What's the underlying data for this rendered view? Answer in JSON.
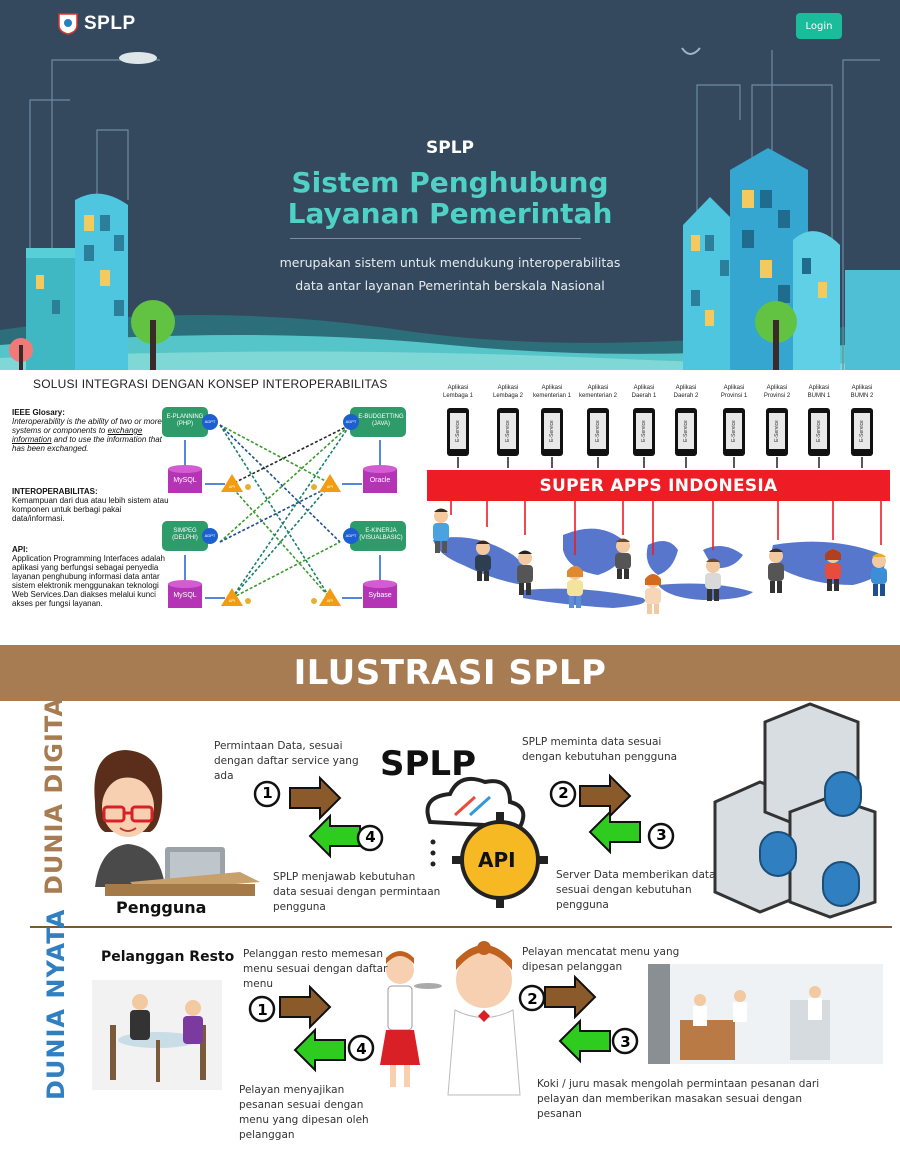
{
  "nav": {
    "brand": "SPLP",
    "login_label": "Login"
  },
  "hero": {
    "eyebrow": "SPLP",
    "title_line1": "Sistem Penghubung",
    "title_line2": "Layanan Pemerintah",
    "subtitle_line1": "merupakan sistem untuk mendukung interoperabilitas",
    "subtitle_line2": "data antar layanan Pemerintah berskala Nasional"
  },
  "interop": {
    "title": "SOLUSI INTEGRASI DENGAN KONSEP INTEROPERABILITAS",
    "ieee_heading": "IEEE Glosary:",
    "ieee_text_a": "Interoperability is the ability of two or more systems or components to ",
    "ieee_text_link": "exchange information",
    "ieee_text_b": " and to use the information that has been exchanged.",
    "interop_heading": "INTEROPERABILITAS:",
    "interop_text": "Kemampuan dari dua atau lebih sistem atau komponen untuk berbagi pakai data/informasi.",
    "api_heading": "API:",
    "api_text": "Application Programming Interfaces adalah aplikasi yang berfungsi sebagai penyedia layanan penghubung informasi data antar sistem elektronik menggunakan teknologi Web Services.Dan diakses melalui kunci akses per fungsi layanan.",
    "nodes": {
      "eplanning_1": "E-PLANNING",
      "eplanning_2": "(PHP)",
      "ebudget_1": "E-BUDGETTING",
      "ebudget_2": "(JAVA)",
      "simpeg_1": "SIMPEG",
      "simpeg_2": "(DELPHI)",
      "ekinerja_1": "E-KINERJA",
      "ekinerja_2": "(VISUALBASIC)",
      "mysql": "MySQL",
      "oracle": "Oracle",
      "sybase": "Sybase",
      "adpt": "ADPT",
      "api": "API"
    }
  },
  "superapps": {
    "banner": "SUPER APPS INDONESIA",
    "phone_text": "E-Service",
    "apps": [
      [
        "Aplikasi",
        "Lembaga 1"
      ],
      [
        "Aplikasi",
        "Lembaga 2"
      ],
      [
        "Aplikasi",
        "kementerian 1"
      ],
      [
        "Aplikasi",
        "kementerian 2"
      ],
      [
        "Aplikasi",
        "Daerah 1"
      ],
      [
        "Aplikasi",
        "Daerah 2"
      ],
      [
        "Aplikasi",
        "Provinsi 1"
      ],
      [
        "Aplikasi",
        "Provinsi 2"
      ],
      [
        "Aplikasi",
        "BUMN 1"
      ],
      [
        "Aplikasi",
        "BUMN 2"
      ]
    ]
  },
  "ilustrasi": {
    "title": "ILUSTRASI SPLP"
  },
  "digital": {
    "side_label": "DUNIA DIGITAL",
    "user_label": "Pengguna",
    "splp_label": "SPLP",
    "api_label": "API",
    "step1": [
      "Permintaan Data, sesuai",
      "dengan daftar service yang",
      "ada"
    ],
    "step2": [
      "SPLP meminta data sesuai",
      "dengan kebutuhan pengguna"
    ],
    "step3": [
      "Server Data memberikan data",
      "sesuai dengan kebutuhan",
      "pengguna"
    ],
    "step4": [
      "SPLP menjawab kebutuhan",
      "data sesuai dengan permintaan",
      "pengguna"
    ]
  },
  "nyata": {
    "side_label": "DUNIA NYATA",
    "customer_label": "Pelanggan Resto",
    "step1": [
      "Pelanggan resto memesan",
      "menu sesuai dengan daftar",
      "menu"
    ],
    "step2": [
      "Pelayan mencatat menu yang",
      "dipesan pelanggan"
    ],
    "step3": [
      "Koki / juru masak mengolah permintaan pesanan dari",
      "pelayan dan memberikan masakan sesuai dengan",
      "pesanan"
    ],
    "step4": [
      "Pelayan menyajikan",
      "pesanan sesuai dengan",
      "menu yang dipesan oleh",
      "pelanggan"
    ]
  },
  "step_numbers": {
    "n1": "1",
    "n2": "2",
    "n3": "3",
    "n4": "4"
  },
  "colors": {
    "hero_bg": "#34495e",
    "accent_teal": "#4fd1c5",
    "login_green": "#1abc9c",
    "super_red": "#ee1c25",
    "banner_brown": "#a77c53",
    "arrow_brown": "#8b5a2b",
    "arrow_green": "#2ecc1f"
  }
}
